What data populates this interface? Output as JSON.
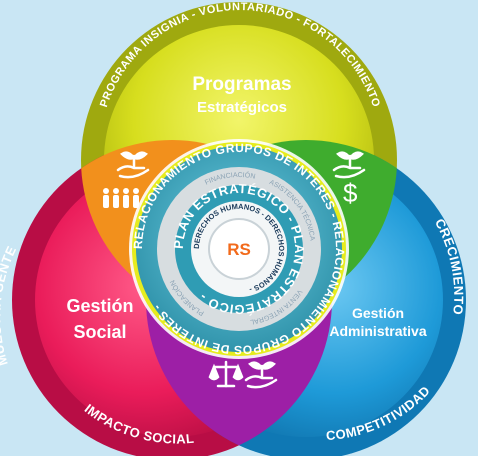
{
  "colors": {
    "background": "#c9e6f4",
    "programas": "#d7de1e",
    "social": "#ea1c5a",
    "administrativa": "#1e9ad8",
    "overlap_top_left": "#f2901c",
    "overlap_top_right": "#3fac2e",
    "overlap_bottom": "#9d1fa6",
    "center_ring": "#3b9bb0",
    "center_core": "#e9eef0",
    "rs": "#f26a1b"
  },
  "programas": {
    "title": "Programas",
    "subtitle": "Estratégicos",
    "ring_text": "PROGRAMA INSIGNIA - VOLUNTARIADO - FORTALECIMIENTO"
  },
  "social": {
    "title_line1": "Gestión",
    "title_line2": "Social",
    "ring_text_left": "MUESTRA GENTE",
    "ring_text_bottom": "IMPACTO SOCIAL"
  },
  "administrativa": {
    "title_line1": "Gestión",
    "title_line2": "Administrativa",
    "ring_text_right": "CRECIMIENTO",
    "ring_text_bottom": "COMPETITIVIDAD"
  },
  "center": {
    "outer_ring_text": "RELACIONAMIENTO GRUPOS DE INTERES - RELACIONAMIENTO GRUPOS DE INTERES -",
    "inner_words": [
      "FINANCIACIÓN",
      "ASISTENCIA TÉCNICA",
      "VENTA INTEGRAL",
      "PLANEACIÓN"
    ],
    "plan_text": "PLAN ESTRATÉGICO - PLAN ESTRATÉGICO -",
    "derechos_text": "DERECHOS HUMANOS - DERECHOS HUMANOS -",
    "core_label": "RS"
  },
  "icons": [
    "people-icon",
    "hand-plant-icon",
    "hand-plant-icon",
    "dollar-icon",
    "scales-icon",
    "hand-plant-icon"
  ]
}
